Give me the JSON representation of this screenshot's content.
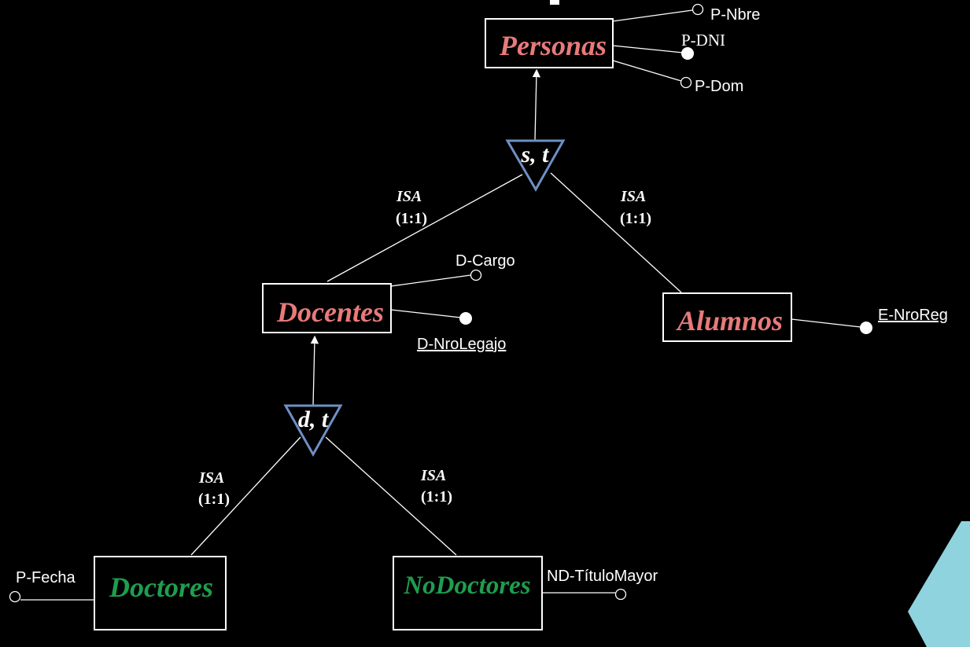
{
  "colors": {
    "background": "#000000",
    "entity_red": "#e87a7a",
    "entity_green": "#1e9e4e",
    "triangle_stroke": "#6f8fc4",
    "corner_shape": "#8fd3df"
  },
  "entities": {
    "personas": "Personas",
    "docentes": "Docentes",
    "alumnos": "Alumnos",
    "doctores": "Doctores",
    "nodoctores": "NoDoctores"
  },
  "specializations": {
    "top": "s, t",
    "bottom": "d, t"
  },
  "isa_labels": {
    "isa": "ISA",
    "card": "(1:1)"
  },
  "attributes": {
    "p_nbre": "P-Nbre",
    "p_dni": "P-DNI",
    "p_dom": "P-Dom",
    "d_cargo": "D-Cargo",
    "d_nrolegajo": "D-NroLegajo",
    "e_nroreg": "E-NroReg",
    "p_fecha": "P-Fecha",
    "nd_titulomayor": "ND-TítuloMayor"
  }
}
